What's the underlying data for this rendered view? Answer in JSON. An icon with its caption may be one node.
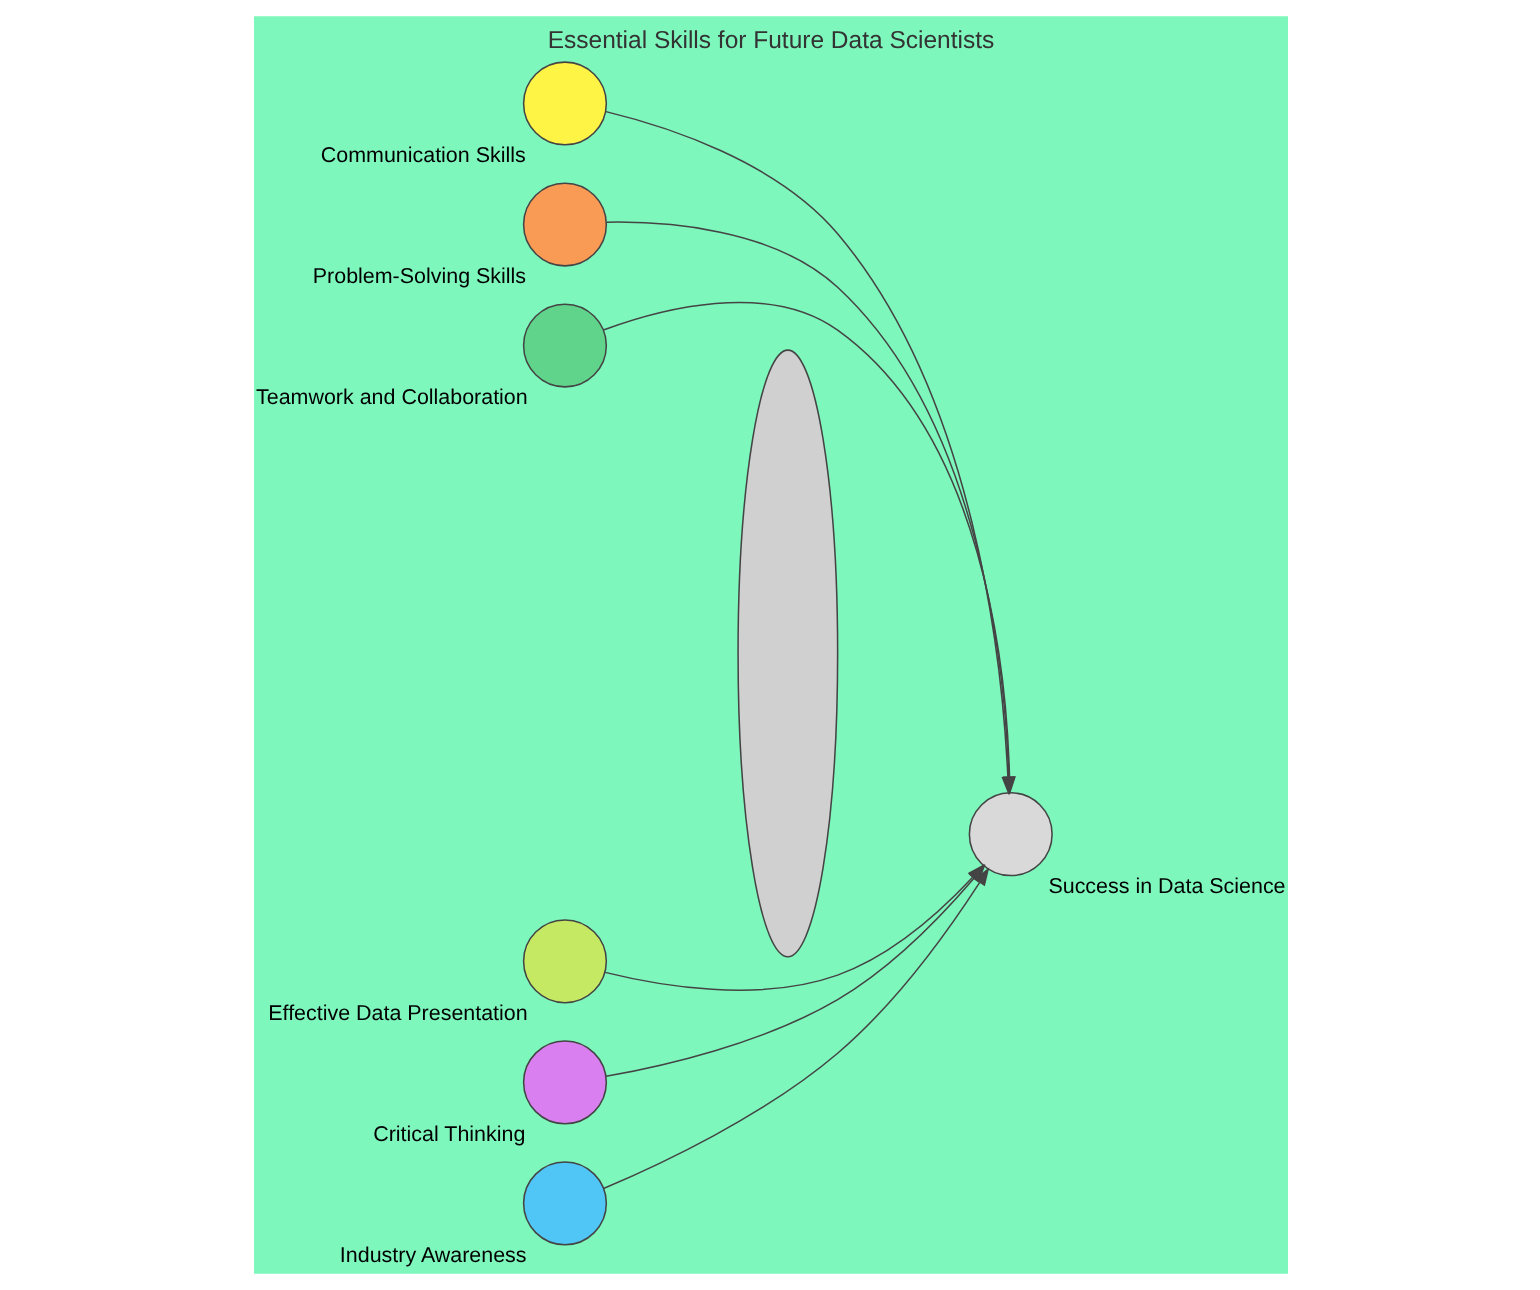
{
  "diagram": {
    "title": "Essential Skills for Future Data Scientists",
    "nodes": [
      {
        "text": [],
        "shape": "circle",
        "beside": [
          "Communication Skills"
        ]
      },
      {
        "text": [],
        "shape": "circle",
        "beside": [
          "Problem-Solving Skills"
        ]
      },
      {
        "text": [],
        "shape": "circle",
        "beside": [
          "Teamwork and Collaboration"
        ]
      },
      {
        "text": [],
        "shape": "circle",
        "beside": [
          "Effective Data Presentation"
        ]
      },
      {
        "text": [],
        "shape": "circle",
        "beside": [
          "Critical Thinking"
        ]
      },
      {
        "text": [],
        "shape": "circle",
        "beside": [
          "Industry Awareness"
        ]
      },
      {
        "text": [],
        "shape": "ellipse"
      },
      {
        "text": [],
        "shape": "circle",
        "beside": [
          "Success in Data Science"
        ]
      }
    ],
    "edges": [
      {
        "from": 0,
        "to": 7,
        "arrow": "to"
      },
      {
        "from": 1,
        "to": 7,
        "arrow": "to"
      },
      {
        "from": 2,
        "to": 7,
        "arrow": "to"
      },
      {
        "from": 3,
        "to": 7,
        "arrow": "to"
      },
      {
        "from": 4,
        "to": 7,
        "arrow": "to"
      },
      {
        "from": 5,
        "to": 7,
        "arrow": "to"
      }
    ]
  }
}
